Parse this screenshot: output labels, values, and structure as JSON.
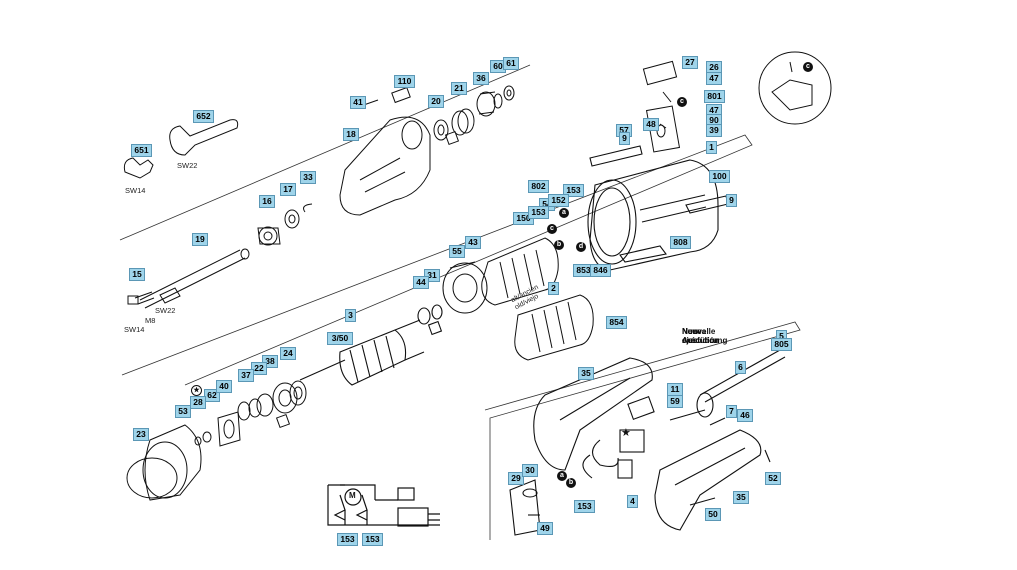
{
  "part_labels": [
    "110",
    "41",
    "20",
    "21",
    "36",
    "60",
    "61",
    "652",
    "18",
    "651",
    "33",
    "17",
    "16",
    "19",
    "15",
    "27",
    "26",
    "47",
    "801",
    "47",
    "90",
    "39",
    "48",
    "57",
    "9",
    "1",
    "100",
    "9",
    "808",
    "802",
    "153",
    "54",
    "152",
    "150",
    "153",
    "55",
    "43",
    "853",
    "846",
    "2",
    "854",
    "31",
    "44",
    "3",
    "3/50",
    "24",
    "38",
    "22",
    "37",
    "62",
    "40",
    "28",
    "53",
    "23",
    "35",
    "11",
    "59",
    "5",
    "805",
    "6",
    "7",
    "46",
    "52",
    "35",
    "29",
    "30",
    "153",
    "4",
    "49",
    "50",
    "153",
    "153"
  ],
  "tool_texts": {
    "sw14_a": "SW14",
    "sw22_a": "SW22",
    "sw22_b": "SW22",
    "m8": "M8",
    "sw14_b": "SW14",
    "alt": "alt/ancien\nold/viejo"
  },
  "new_execution_note": [
    "Neue Ausführung",
    "New execution",
    "Nouvelle exécution",
    "Nueva ejecución"
  ],
  "markers": {
    "a": "a",
    "b": "b",
    "c": "c",
    "d": "d",
    "star": "★"
  },
  "schematic": {
    "motor": "M"
  }
}
